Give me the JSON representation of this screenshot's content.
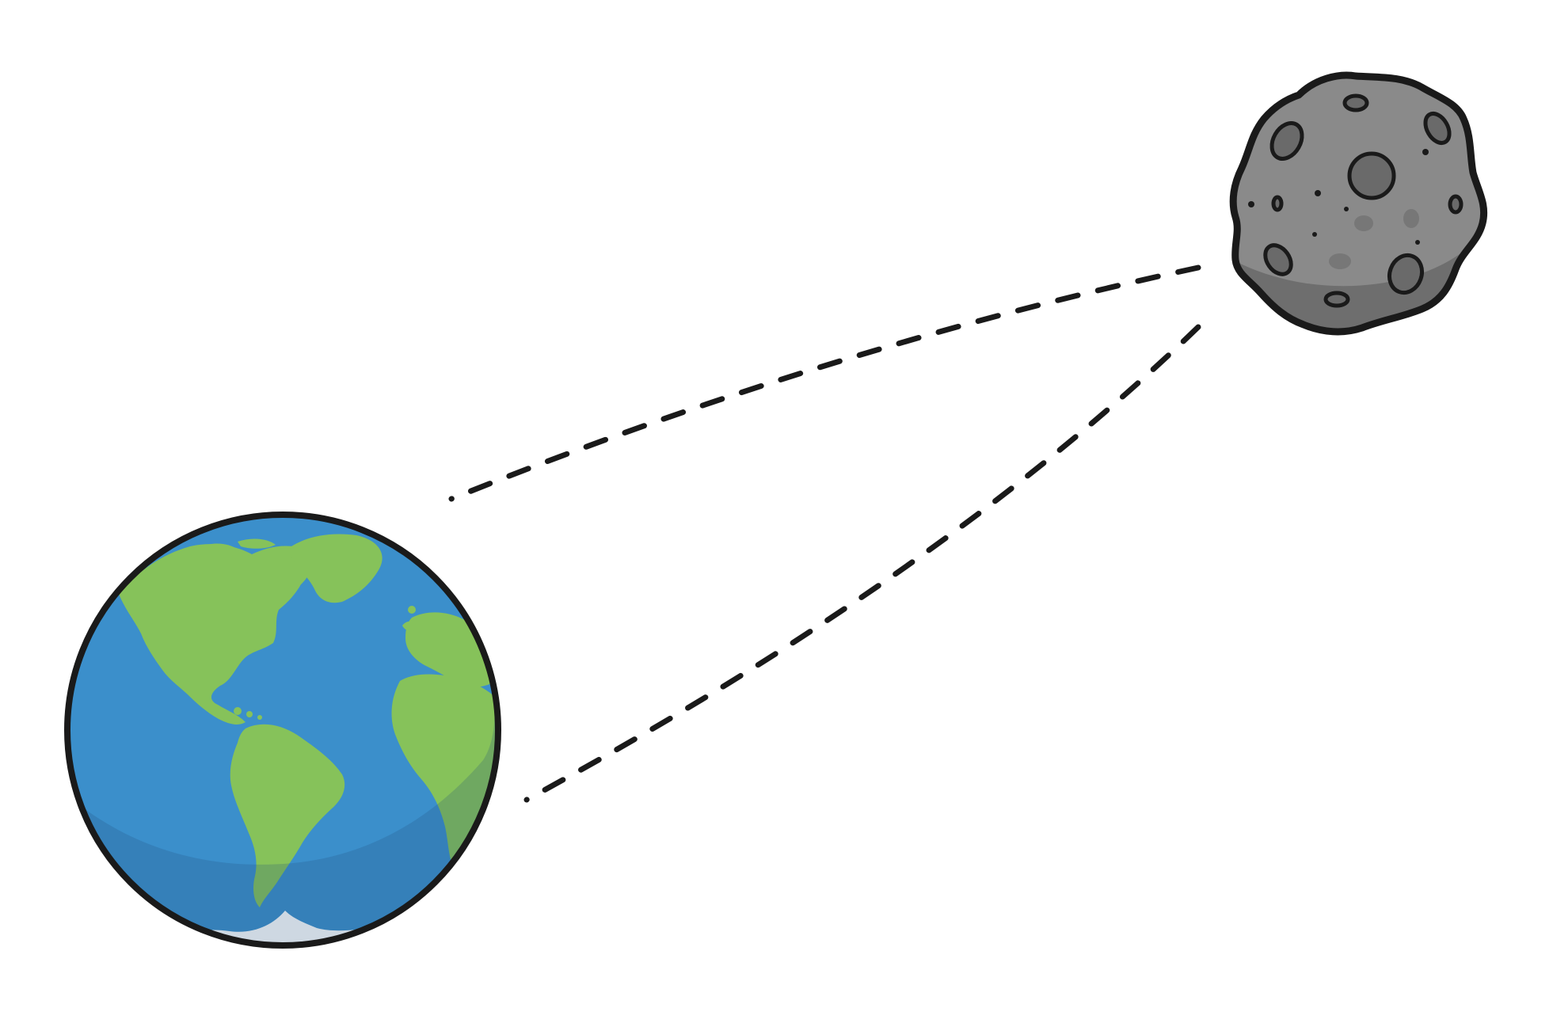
{
  "diagram": {
    "description_text": "",
    "objects": [
      {
        "id": "earth",
        "kind": "planet",
        "icon": "earth-icon"
      },
      {
        "id": "asteroid",
        "kind": "asteroid",
        "icon": "asteroid-icon"
      }
    ],
    "connections": [
      {
        "from": "asteroid",
        "to": "earth",
        "style": "dashed"
      },
      {
        "from": "asteroid",
        "to": "earth",
        "style": "dashed"
      }
    ],
    "colors": {
      "background": "#ffffff",
      "outline": "#1a1a1a",
      "ocean": "#3b8fcb",
      "ocean_shadow": "#2f77ac",
      "land": "#86c25a",
      "land_shadow": "#6da84a",
      "ice": "#ffffff",
      "rock": "#8a8a8a",
      "rock_shadow": "#6e6e6e",
      "crater": "#6a6a6a",
      "dash": "#1a1a1a"
    }
  }
}
